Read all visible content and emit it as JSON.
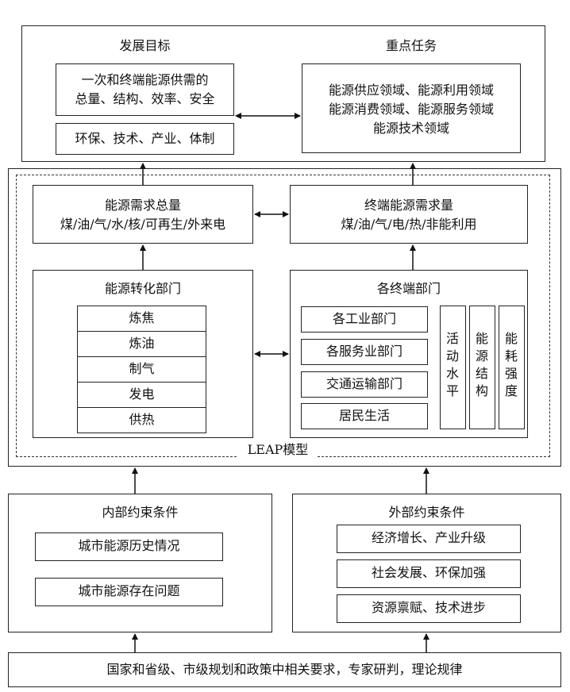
{
  "top": {
    "goals_title": "发展目标",
    "goals_box1_line1": "一次和终端能源供需的",
    "goals_box1_line2": "总量、结构、效率、安全",
    "goals_box2": "环保、技术、产业、体制",
    "tasks_title": "重点任务",
    "tasks_line1": "能源供应领域、能源利用领域",
    "tasks_line2": "能源消费领域、能源服务领域",
    "tasks_line3": "能源技术领域"
  },
  "leap": {
    "label": "LEAP模型",
    "demand_total_title": "能源需求总量",
    "demand_total_items": "煤/油/气/水/核/可再生/外来电",
    "terminal_demand_title": "终端能源需求量",
    "terminal_demand_items": "煤/油/气/电/热/非能利用",
    "conversion_title": "能源转化部门",
    "conversion_items": [
      "炼焦",
      "炼油",
      "制气",
      "发电",
      "供热"
    ],
    "terminal_title": "各终端部门",
    "terminal_items": [
      "各工业部门",
      "各服务业部门",
      "交通运输部门",
      "居民生活"
    ],
    "terminal_vertical": [
      "活动水平",
      "能源结构",
      "能耗强度"
    ]
  },
  "constraints": {
    "internal_title": "内部约束条件",
    "internal_items": [
      "城市能源历史情况",
      "城市能源存在问题"
    ],
    "external_title": "外部约束条件",
    "external_items": [
      "经济增长、产业升级",
      "社会发展、环保加强",
      "资源禀赋、技术进步"
    ]
  },
  "bottom": {
    "text": "国家和省级、市级规划和政策中相关要求，专家研判，理论规律"
  }
}
